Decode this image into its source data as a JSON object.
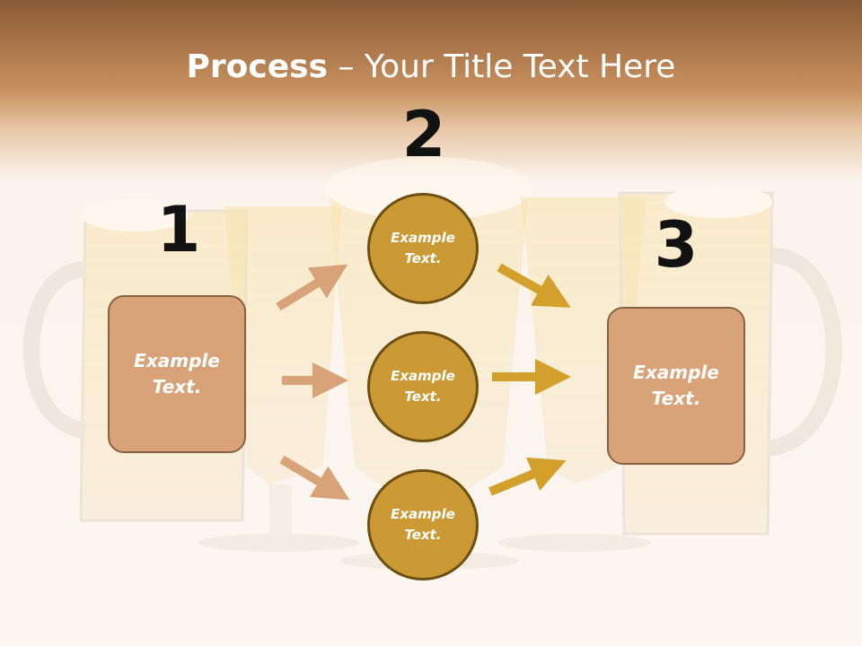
{
  "title": {
    "bold": "Process",
    "rest": " – Your Title Text Here"
  },
  "steps": {
    "one": {
      "number": "1",
      "text": "Example Text."
    },
    "two": {
      "number": "2"
    },
    "three": {
      "number": "3",
      "text": "Example Text."
    }
  },
  "circles": [
    {
      "text": "Example Text."
    },
    {
      "text": "Example Text."
    },
    {
      "text": "Example Text."
    }
  ],
  "colors": {
    "header_brown": "#8a5a34",
    "box_fill": "#d9a37a",
    "circle_fill": "#cc9a34",
    "arrow_left": "#d9a37a",
    "arrow_right": "#d4a02c"
  }
}
